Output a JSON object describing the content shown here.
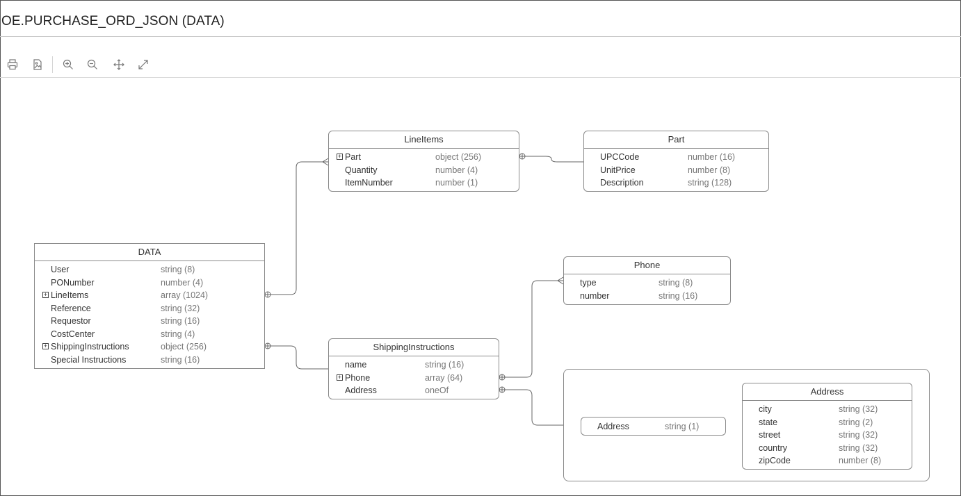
{
  "window": {
    "title": "OE.PURCHASE_ORD_JSON (DATA)"
  },
  "toolbar": {
    "buttons": [
      {
        "icon": "printer-icon",
        "action": "print"
      },
      {
        "icon": "export-image-icon",
        "action": "export"
      },
      {
        "icon": "zoom-in-icon",
        "action": "zoom-in"
      },
      {
        "icon": "zoom-out-icon",
        "action": "zoom-out"
      },
      {
        "icon": "pan-icon",
        "action": "fit"
      },
      {
        "icon": "expand-icon",
        "action": "expand"
      }
    ]
  },
  "entities": {
    "data": {
      "title": "DATA",
      "fields": [
        {
          "name": "User",
          "type": "string (8)"
        },
        {
          "name": "PONumber",
          "type": "number (4)"
        },
        {
          "name": "LineItems",
          "type": "array (1024)",
          "expandable": true
        },
        {
          "name": "Reference",
          "type": "string (32)"
        },
        {
          "name": "Requestor",
          "type": "string (16)"
        },
        {
          "name": "CostCenter",
          "type": "string (4)"
        },
        {
          "name": "ShippingInstructions",
          "type": "object (256)",
          "expandable": true
        },
        {
          "name": "Special Instructions",
          "type": "string (16)"
        }
      ]
    },
    "lineitems": {
      "title": "LineItems",
      "fields": [
        {
          "name": "Part",
          "type": "object (256)",
          "expandable": true
        },
        {
          "name": "Quantity",
          "type": "number (4)"
        },
        {
          "name": "ItemNumber",
          "type": "number (1)"
        }
      ]
    },
    "part": {
      "title": "Part",
      "fields": [
        {
          "name": "UPCCode",
          "type": "number (16)"
        },
        {
          "name": "UnitPrice",
          "type": "number (8)"
        },
        {
          "name": "Description",
          "type": "string (128)"
        }
      ]
    },
    "phone": {
      "title": "Phone",
      "fields": [
        {
          "name": "type",
          "type": "string (8)"
        },
        {
          "name": "number",
          "type": "string (16)"
        }
      ]
    },
    "shipping": {
      "title": "ShippingInstructions",
      "fields": [
        {
          "name": "name",
          "type": "string (16)"
        },
        {
          "name": "Phone",
          "type": "array (64)",
          "expandable": true
        },
        {
          "name": "Address",
          "type": "oneOf"
        }
      ]
    },
    "address": {
      "title": "Address",
      "fields": [
        {
          "name": "city",
          "type": "string (32)"
        },
        {
          "name": "state",
          "type": "string (2)"
        },
        {
          "name": "street",
          "type": "string (32)"
        },
        {
          "name": "country",
          "type": "string (32)"
        },
        {
          "name": "zipCode",
          "type": "number (8)"
        }
      ]
    }
  },
  "oneof_option": {
    "name": "Address",
    "type": "string (1)"
  },
  "relations": [
    {
      "from": "DATA.LineItems",
      "to": "LineItems",
      "cardinality": "one-to-many"
    },
    {
      "from": "DATA.ShippingInstructions",
      "to": "ShippingInstructions",
      "cardinality": "one-to-one"
    },
    {
      "from": "LineItems.Part",
      "to": "Part",
      "cardinality": "one-to-one"
    },
    {
      "from": "ShippingInstructions.Phone",
      "to": "Phone",
      "cardinality": "one-to-many"
    },
    {
      "from": "ShippingInstructions.Address",
      "to": "Address (oneOf)",
      "cardinality": "one-to-one"
    }
  ]
}
